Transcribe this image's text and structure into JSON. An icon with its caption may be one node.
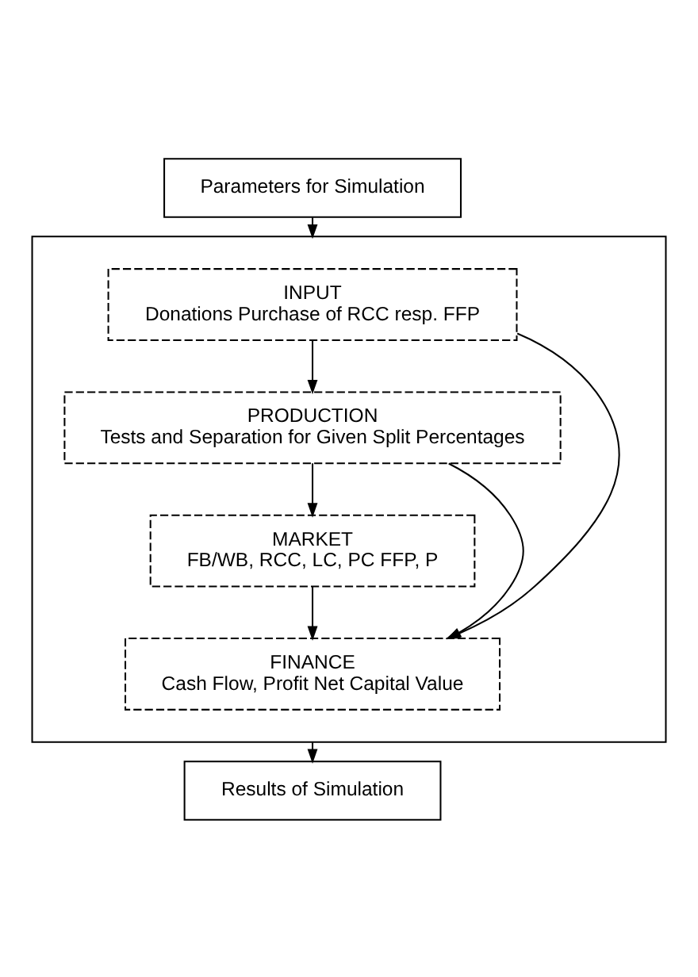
{
  "diagram": {
    "nodes": [
      {
        "text": [
          "Parameters for Simulation"
        ]
      },
      {
        "text": [],
        "shape": "box"
      },
      {
        "text": [
          "INPUT",
          "Donations Purchase of RCC resp. FFP"
        ],
        "in": 1
      },
      {
        "text": [
          "PRODUCTION",
          "Tests and Separation for Given Split Percentages"
        ],
        "in": 1
      },
      {
        "text": [
          "MARKET",
          "FB/WB, RCC, LC, PC FFP, P"
        ],
        "in": 1
      },
      {
        "text": [
          "FINANCE",
          "Cash Flow, Profit Net Capital Value"
        ],
        "in": 1
      },
      {
        "text": [
          "Results of Simulation"
        ]
      }
    ],
    "edges": [
      {
        "from": 0,
        "to": 1,
        "arrow": "to"
      },
      {
        "from": 2,
        "to": 3,
        "arrow": "to"
      },
      {
        "from": 3,
        "to": 4,
        "arrow": "to"
      },
      {
        "from": 4,
        "to": 5,
        "arrow": "to"
      },
      {
        "from": 3,
        "to": 5,
        "arrow": "to"
      },
      {
        "from": 2,
        "to": 5,
        "arrow": "to"
      },
      {
        "from": 1,
        "to": 6,
        "arrow": "to"
      }
    ]
  }
}
